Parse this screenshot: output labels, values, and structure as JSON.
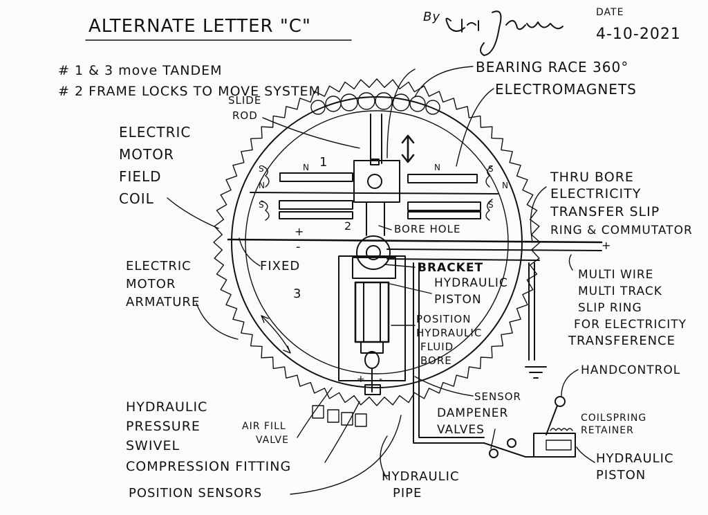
{
  "header": {
    "title": "ALTERNATE LETTER \"C\"",
    "byline": "By",
    "author_signature": "Eric J Crews",
    "date_label": "DATE",
    "date_value": "4-10-2021"
  },
  "notes": [
    "# 1 & 3 move TANDEM",
    "# 2 FRAME LOCKS TO MOVE SYSTEM"
  ],
  "labels": {
    "bearing_race": "BEARING RACE 360°",
    "electromagnets": "ELECTROMAGNETS",
    "slide_rod": [
      "SLIDE",
      "ROD"
    ],
    "field_coil": [
      "ELECTRIC",
      "MOTOR",
      "FIELD",
      "COIL"
    ],
    "thru_bore": [
      "THRU BORE",
      "ELECTRICITY",
      "TRANSFER SLIP",
      "RING & COMMUTATOR"
    ],
    "bore_hole": "BORE HOLE",
    "fixed": "FIXED",
    "armature": [
      "ELECTRIC",
      "MOTOR",
      "ARMATURE"
    ],
    "bracket": "BRACKET",
    "hydraulic_piston": [
      "HYDRAULIC",
      "PISTON"
    ],
    "position_bore": [
      "POSITION",
      "HYDRAULIC",
      "FLUID",
      "BORE"
    ],
    "multi_wire": [
      "MULTI WIRE",
      "MULTI TRACK",
      "SLIP RING",
      "FOR ELECTRICITY",
      "TRANSFERENCE"
    ],
    "handcontrol": "HANDCONTROL",
    "sensor": "SENSOR",
    "hydraulic_pressure": [
      "HYDRAULIC",
      "PRESSURE",
      "SWIVEL",
      "COMPRESSION FITTING"
    ],
    "air_fill": [
      "AIR FILL",
      "VALVE"
    ],
    "dampener": [
      "DAMPENER",
      "VALVES"
    ],
    "coilspring": [
      "COILSPRING",
      "RETAINER"
    ],
    "hydraulic_piston_2": [
      "HYDRAULIC",
      "PISTON"
    ],
    "hydraulic_pipe": [
      "HYDRAULIC",
      "PIPE"
    ],
    "position_sensors": "POSITION SENSORS"
  },
  "markers": {
    "n1": "1",
    "n2": "2",
    "n3": "3",
    "magnet_n": "N",
    "magnet_s": "S",
    "plus": "+",
    "minus": "-"
  }
}
